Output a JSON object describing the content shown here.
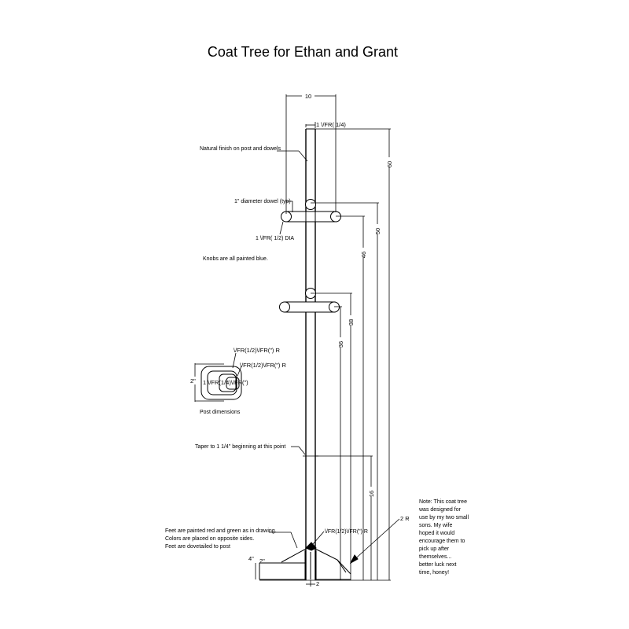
{
  "title": "Coat Tree for Ethan and Grant",
  "dims": {
    "top_width": "10",
    "cap": "1 \\/FR( 1/4)",
    "d60": "60",
    "d50": "50",
    "d46": "46",
    "d38": "38",
    "d36": "36",
    "d16": "16",
    "d2r": "2 R",
    "d4": "4\"",
    "d2": "2\"",
    "d2b": "2"
  },
  "labels": {
    "finish": "Natural finish on post and dowels",
    "dowel": "1\" diameter dowel (typ)",
    "dia": "1 \\/FR( 1/2) DIA",
    "knobs": "Knobs are all painted blue.",
    "taper": "Taper to 1 1/4\" beginning at this point",
    "feet_line1": "Feet are painted red and green as in drawing.",
    "feet_line2": "Colors are placed on opposite sides.",
    "feet_line3": "Feet are dovetailed to post",
    "foot_radius": "\\/FR(1/2)\\/FR(\") R"
  },
  "post_detail": {
    "r1": "\\/FR(1/2)\\/FR(\") R",
    "r2": "\\/FR(1/2)\\/FR(\") R",
    "width": "2\"",
    "inner": "1 \\/FR(1/4)\\/FR(\")",
    "caption": "Post dimensions"
  },
  "note": [
    "Note:  This coat tree",
    "was designed for",
    "use by my two small",
    "sons.  My wife",
    "hoped it would",
    "encourage them to",
    "pick up after",
    "themselves...",
    "better luck next",
    "time, honey!"
  ]
}
